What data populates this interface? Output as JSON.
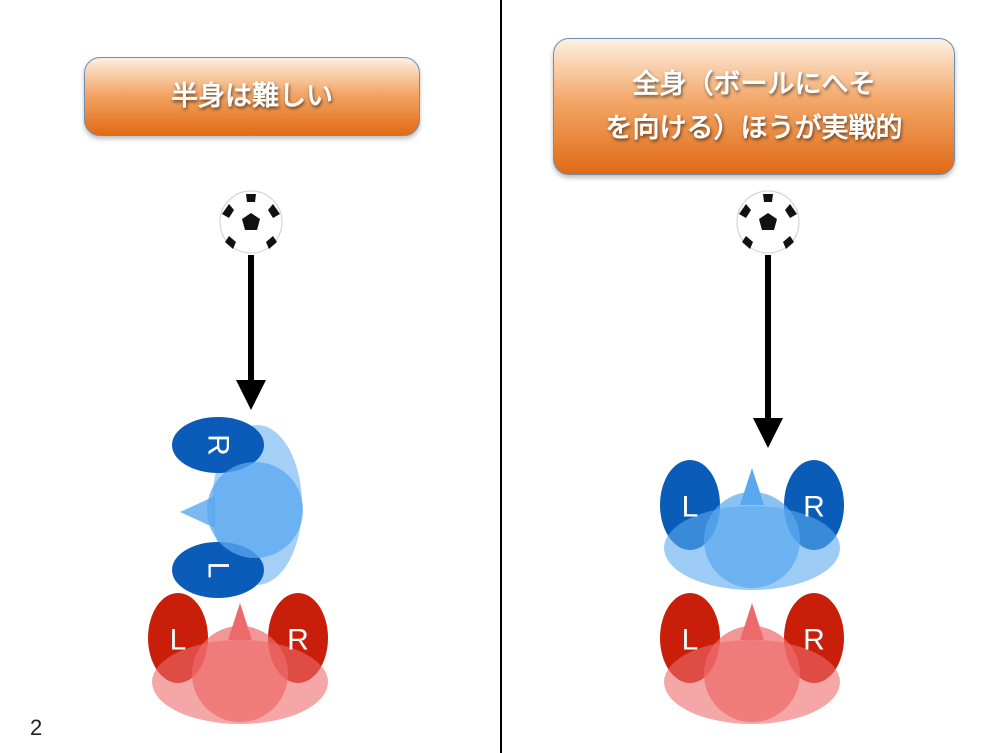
{
  "left_panel": {
    "title": "半身は難しい",
    "top_figure": {
      "feet": [
        "R",
        "L"
      ]
    },
    "bottom_figure": {
      "feet": [
        "L",
        "R"
      ]
    }
  },
  "right_panel": {
    "title_lines": [
      "全身（ボールにへそ",
      "を向ける）ほうが実戦的"
    ],
    "top_figure": {
      "feet": [
        "L",
        "R"
      ]
    },
    "bottom_figure": {
      "feet": [
        "L",
        "R"
      ]
    }
  },
  "page_number": "2",
  "colors": {
    "blue_foot": "#0a5cb8",
    "blue_body": "#5aa8f0",
    "red_foot": "#c81e0a",
    "red_body": "#ee6a6a",
    "box_orange": "#e06a14"
  }
}
